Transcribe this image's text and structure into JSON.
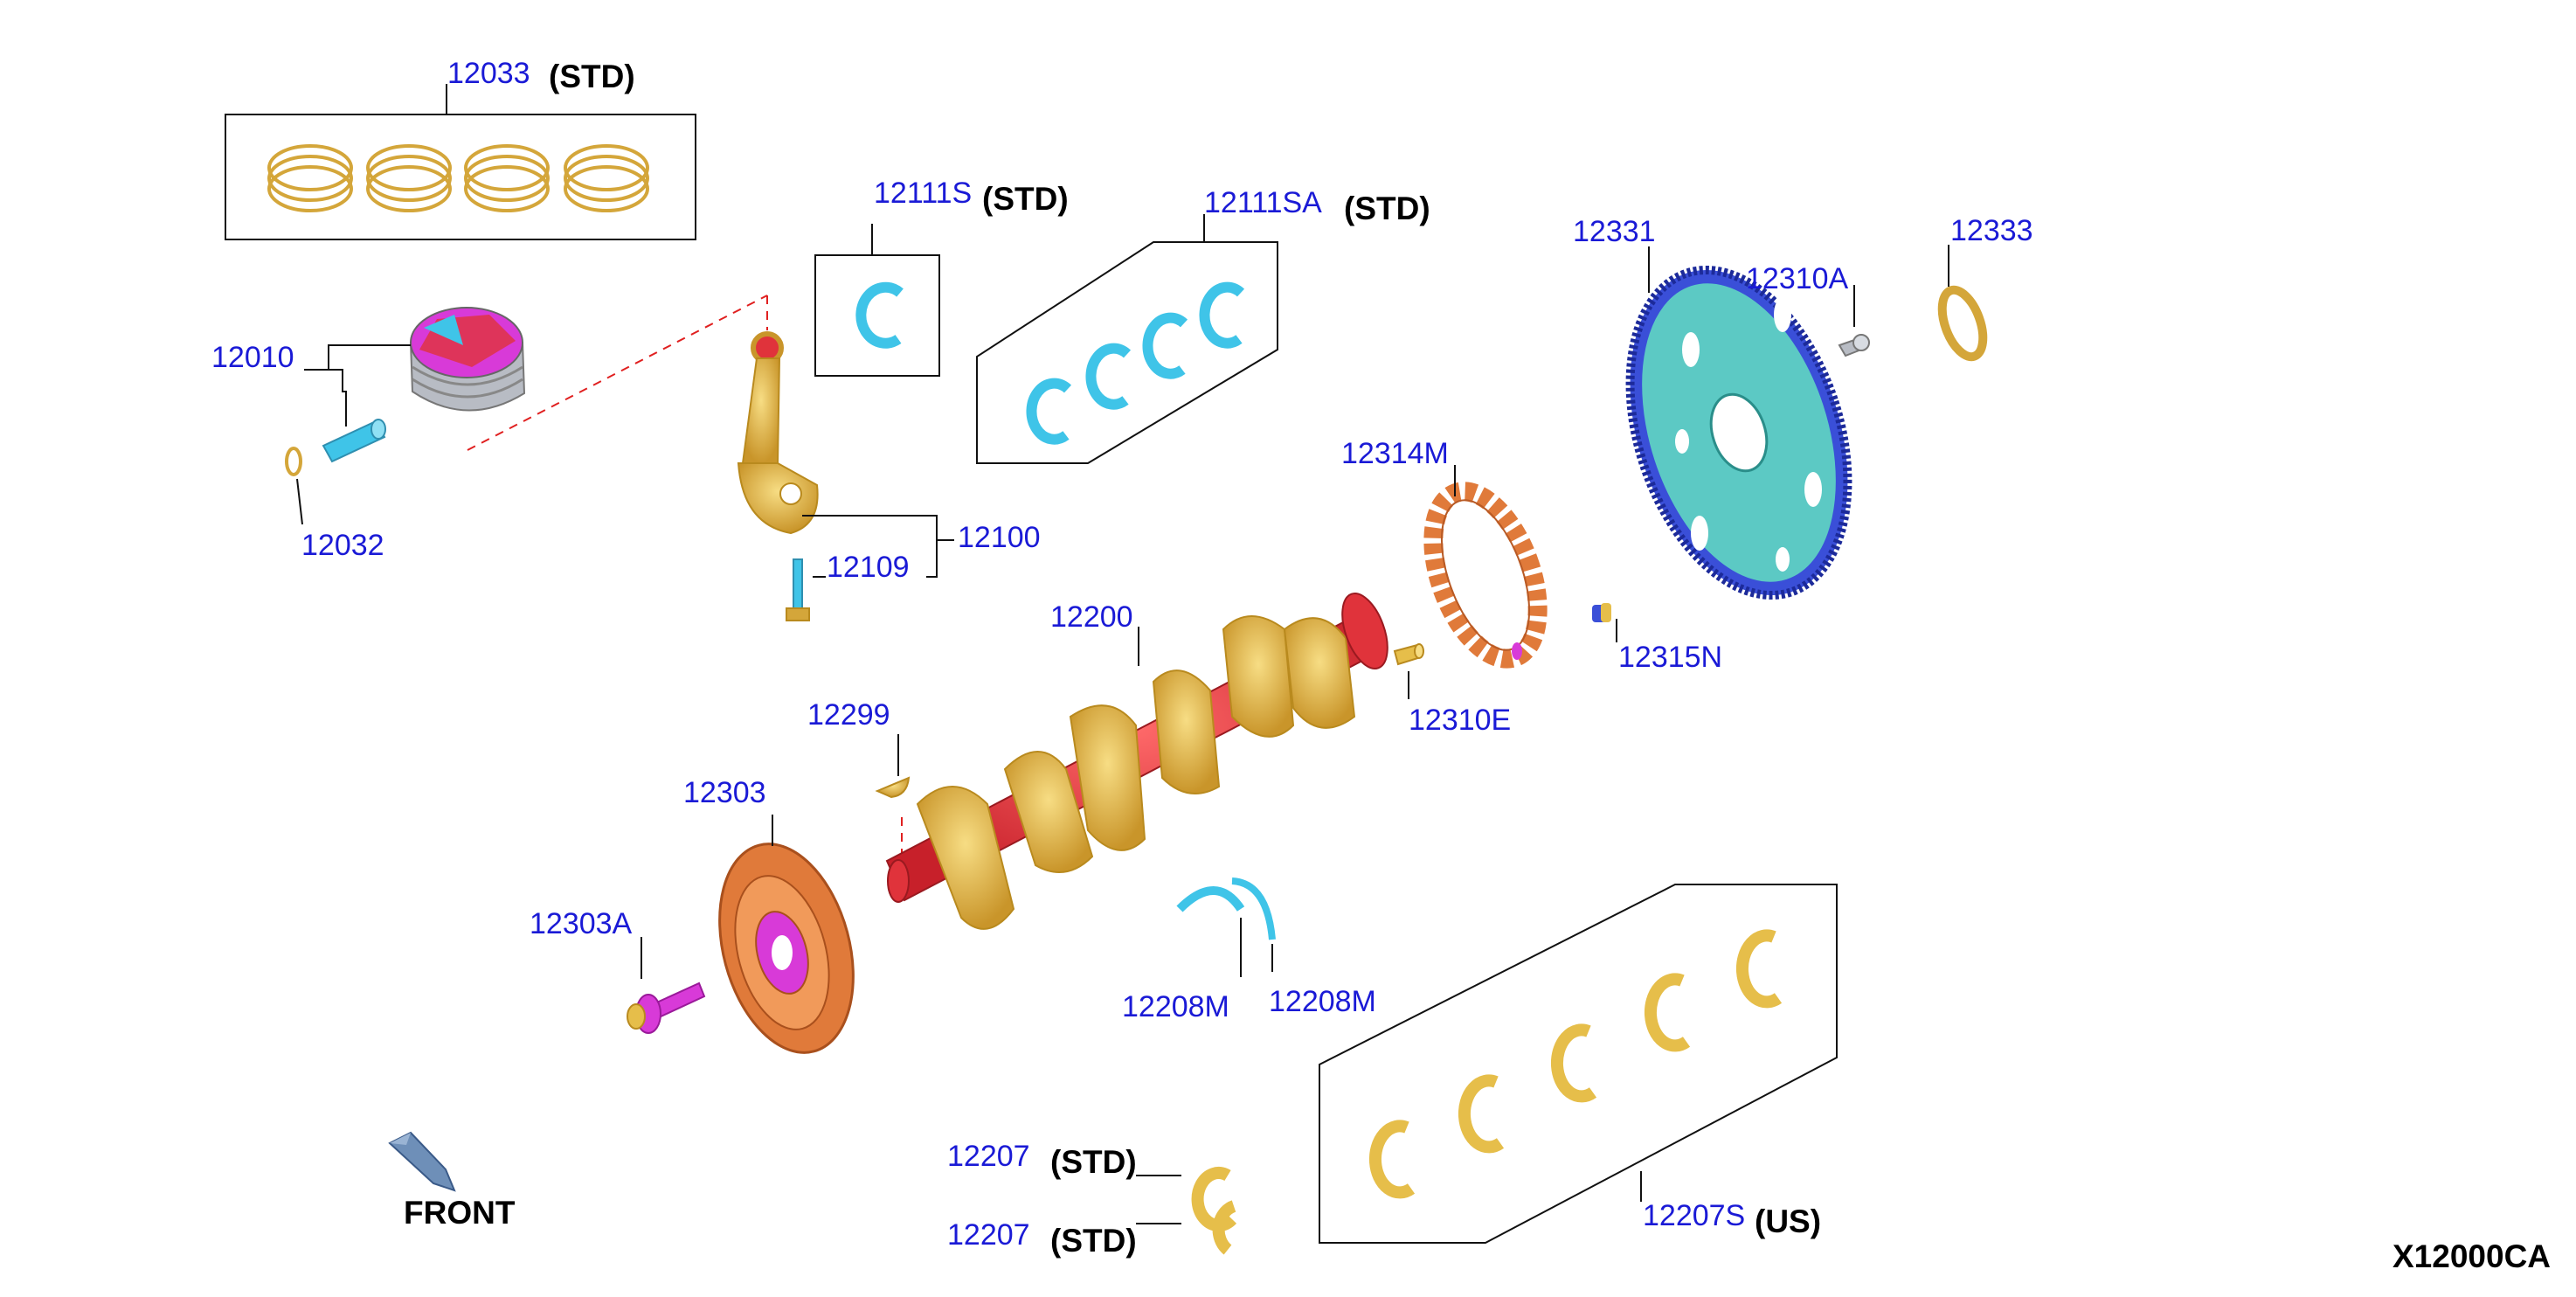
{
  "diagram_code": "X12000CA",
  "front_label": "FRONT",
  "colors": {
    "label": "#1a1ad6",
    "gold": "#e6be4a",
    "gold_dark": "#b98a1e",
    "red": "#e0333b",
    "cyan": "#3fc4e8",
    "teal": "#5cc9c4",
    "blue": "#3a4fd8",
    "copper": "#e07a3a",
    "magenta": "#d83ad8",
    "grey": "#b8bcc4"
  },
  "labels": {
    "p12033": {
      "num": "12033",
      "suffix": "(STD)"
    },
    "p12010": {
      "num": "12010"
    },
    "p12032": {
      "num": "12032"
    },
    "p12111S": {
      "num": "12111S",
      "suffix": "(STD)"
    },
    "p12111SA": {
      "num": "12111SA",
      "suffix": "(STD)"
    },
    "p12100": {
      "num": "12100"
    },
    "p12109": {
      "num": "12109"
    },
    "p12331": {
      "num": "12331"
    },
    "p12310A": {
      "num": "12310A"
    },
    "p12333": {
      "num": "12333"
    },
    "p12314M": {
      "num": "12314M"
    },
    "p12315N": {
      "num": "12315N"
    },
    "p12200": {
      "num": "12200"
    },
    "p12310E": {
      "num": "12310E"
    },
    "p12299": {
      "num": "12299"
    },
    "p12303": {
      "num": "12303"
    },
    "p12303A": {
      "num": "12303A"
    },
    "p12208M_a": {
      "num": "12208M"
    },
    "p12208M_b": {
      "num": "12208M"
    },
    "p12207_a": {
      "num": "12207",
      "suffix": "(STD)"
    },
    "p12207_b": {
      "num": "12207",
      "suffix": "(STD)"
    },
    "p12207S": {
      "num": "12207S",
      "suffix": "(US)"
    }
  }
}
